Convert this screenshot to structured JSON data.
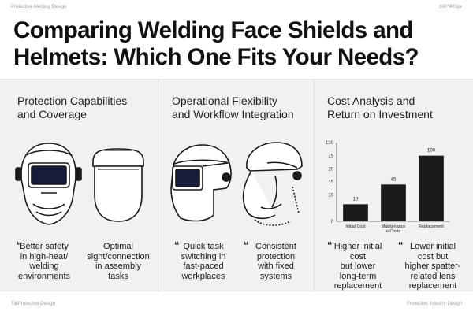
{
  "header": {
    "small_left": "Protective Welding Design",
    "small_right": "600*400px"
  },
  "title": "Comparing Welding Face Shields and Helmets: Which One Fits Your Needs?",
  "panels": [
    {
      "title_line1": "Protection Capabilities",
      "title_line2": "and Coverage",
      "bullets": [
        {
          "lines": [
            "Better safety",
            "in high-heat/",
            "welding",
            "environments"
          ]
        },
        {
          "lines": [
            "Optimal",
            "sight/connection",
            "in assembly",
            "tasks"
          ]
        }
      ]
    },
    {
      "title_line1": "Operational Flexibility",
      "title_line2": "and Workflow Integration",
      "bullets": [
        {
          "lines": [
            "Quick task",
            "switching in",
            "fast-paced",
            "workplaces"
          ]
        },
        {
          "lines": [
            "Consistent",
            "protection",
            "with fixed",
            "systems"
          ]
        }
      ]
    },
    {
      "title_line1": "Cost Analysis and",
      "title_line2": "Return on Investment",
      "bullets": [
        {
          "lines": [
            "Higher initial",
            "cost",
            "but lower",
            "long-term",
            "replacement"
          ]
        },
        {
          "lines": [
            "Lower initial",
            "cost but",
            "higher spatter-",
            "related lens",
            "replacement"
          ]
        }
      ]
    }
  ],
  "chart_data": {
    "type": "bar",
    "categories": [
      "Initial Cost",
      "Maintenance Costs",
      "Replacement"
    ],
    "category_lines": [
      [
        "Initial Cost"
      ],
      [
        "Maintenance",
        "e Costs"
      ],
      [
        "Replacement"
      ]
    ],
    "values": [
      6.5,
      14,
      25
    ],
    "data_labels": [
      "10",
      "45",
      "100"
    ],
    "y_ticks": [
      0,
      10,
      15,
      20,
      25,
      30
    ],
    "y_tick_labels": [
      "0",
      "10",
      "15",
      "20",
      "25",
      "130"
    ],
    "ylim": [
      0,
      30
    ],
    "grid": false,
    "bar_color": "#1a1a1a"
  },
  "footer": {
    "small_left": "Ti&Protective Design",
    "small_right": "Protective Industry Design"
  },
  "quote_mark": "“"
}
